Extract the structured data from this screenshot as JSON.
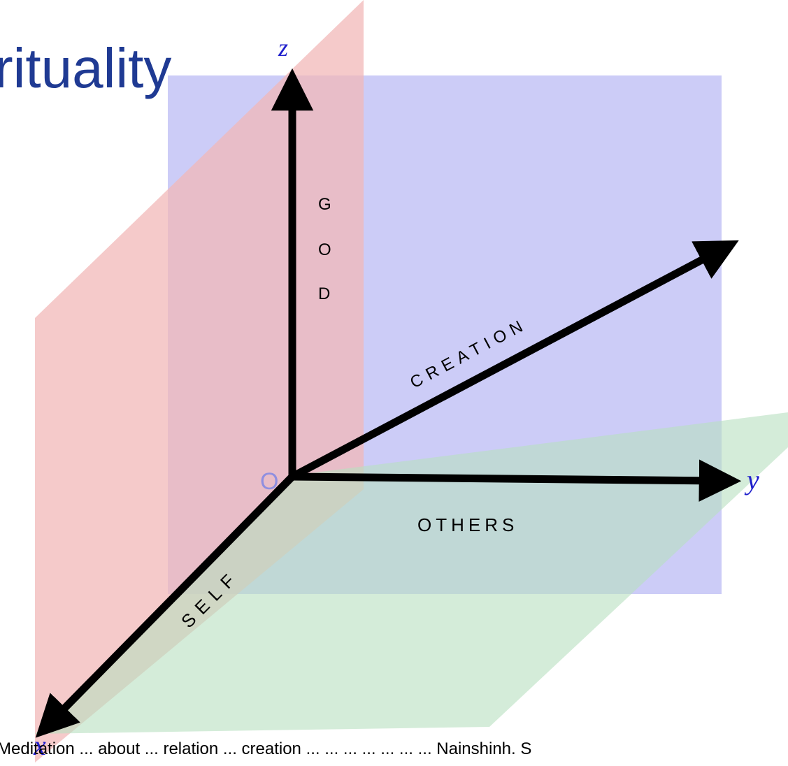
{
  "slide": {
    "title_fragment": "rituality",
    "footer_fragment": "Meditation ... about ... relation ... creation ... ... ... ... ... ... ... Nainshinh. S"
  },
  "diagram": {
    "axes": {
      "z": {
        "symbol": "z",
        "label": [
          "G",
          "O",
          "D"
        ]
      },
      "y": {
        "symbol": "y",
        "label": "OTHERS"
      },
      "diag": {
        "label": "CREATION"
      },
      "x": {
        "symbol": "x",
        "label": "SELF"
      },
      "origin": "O"
    },
    "colors": {
      "xz_plane": "#f2a6a6",
      "yz_plane": "#9ea0f7",
      "xy_plane": "#a9ddb4",
      "title": "#1f3a93",
      "axis_letter": "#1f1fcc",
      "axis": "#000000"
    }
  }
}
